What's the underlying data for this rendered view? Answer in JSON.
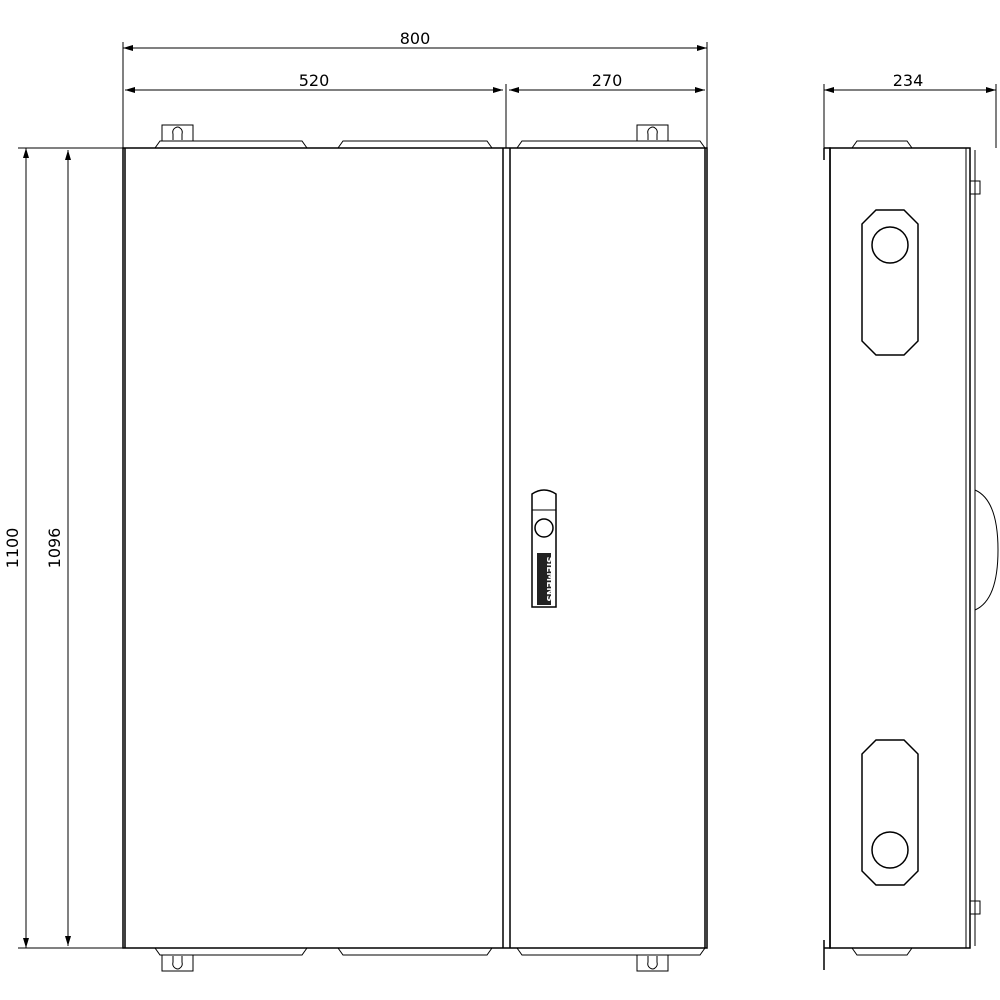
{
  "dimensions": {
    "overall_width": "800",
    "left_door_width": "520",
    "right_door_width": "270",
    "depth": "234",
    "overall_height": "1100",
    "door_height": "1096"
  },
  "handle": {
    "logo_text": "SIEMENS"
  },
  "colors": {
    "line": "#000000",
    "background": "#ffffff"
  }
}
